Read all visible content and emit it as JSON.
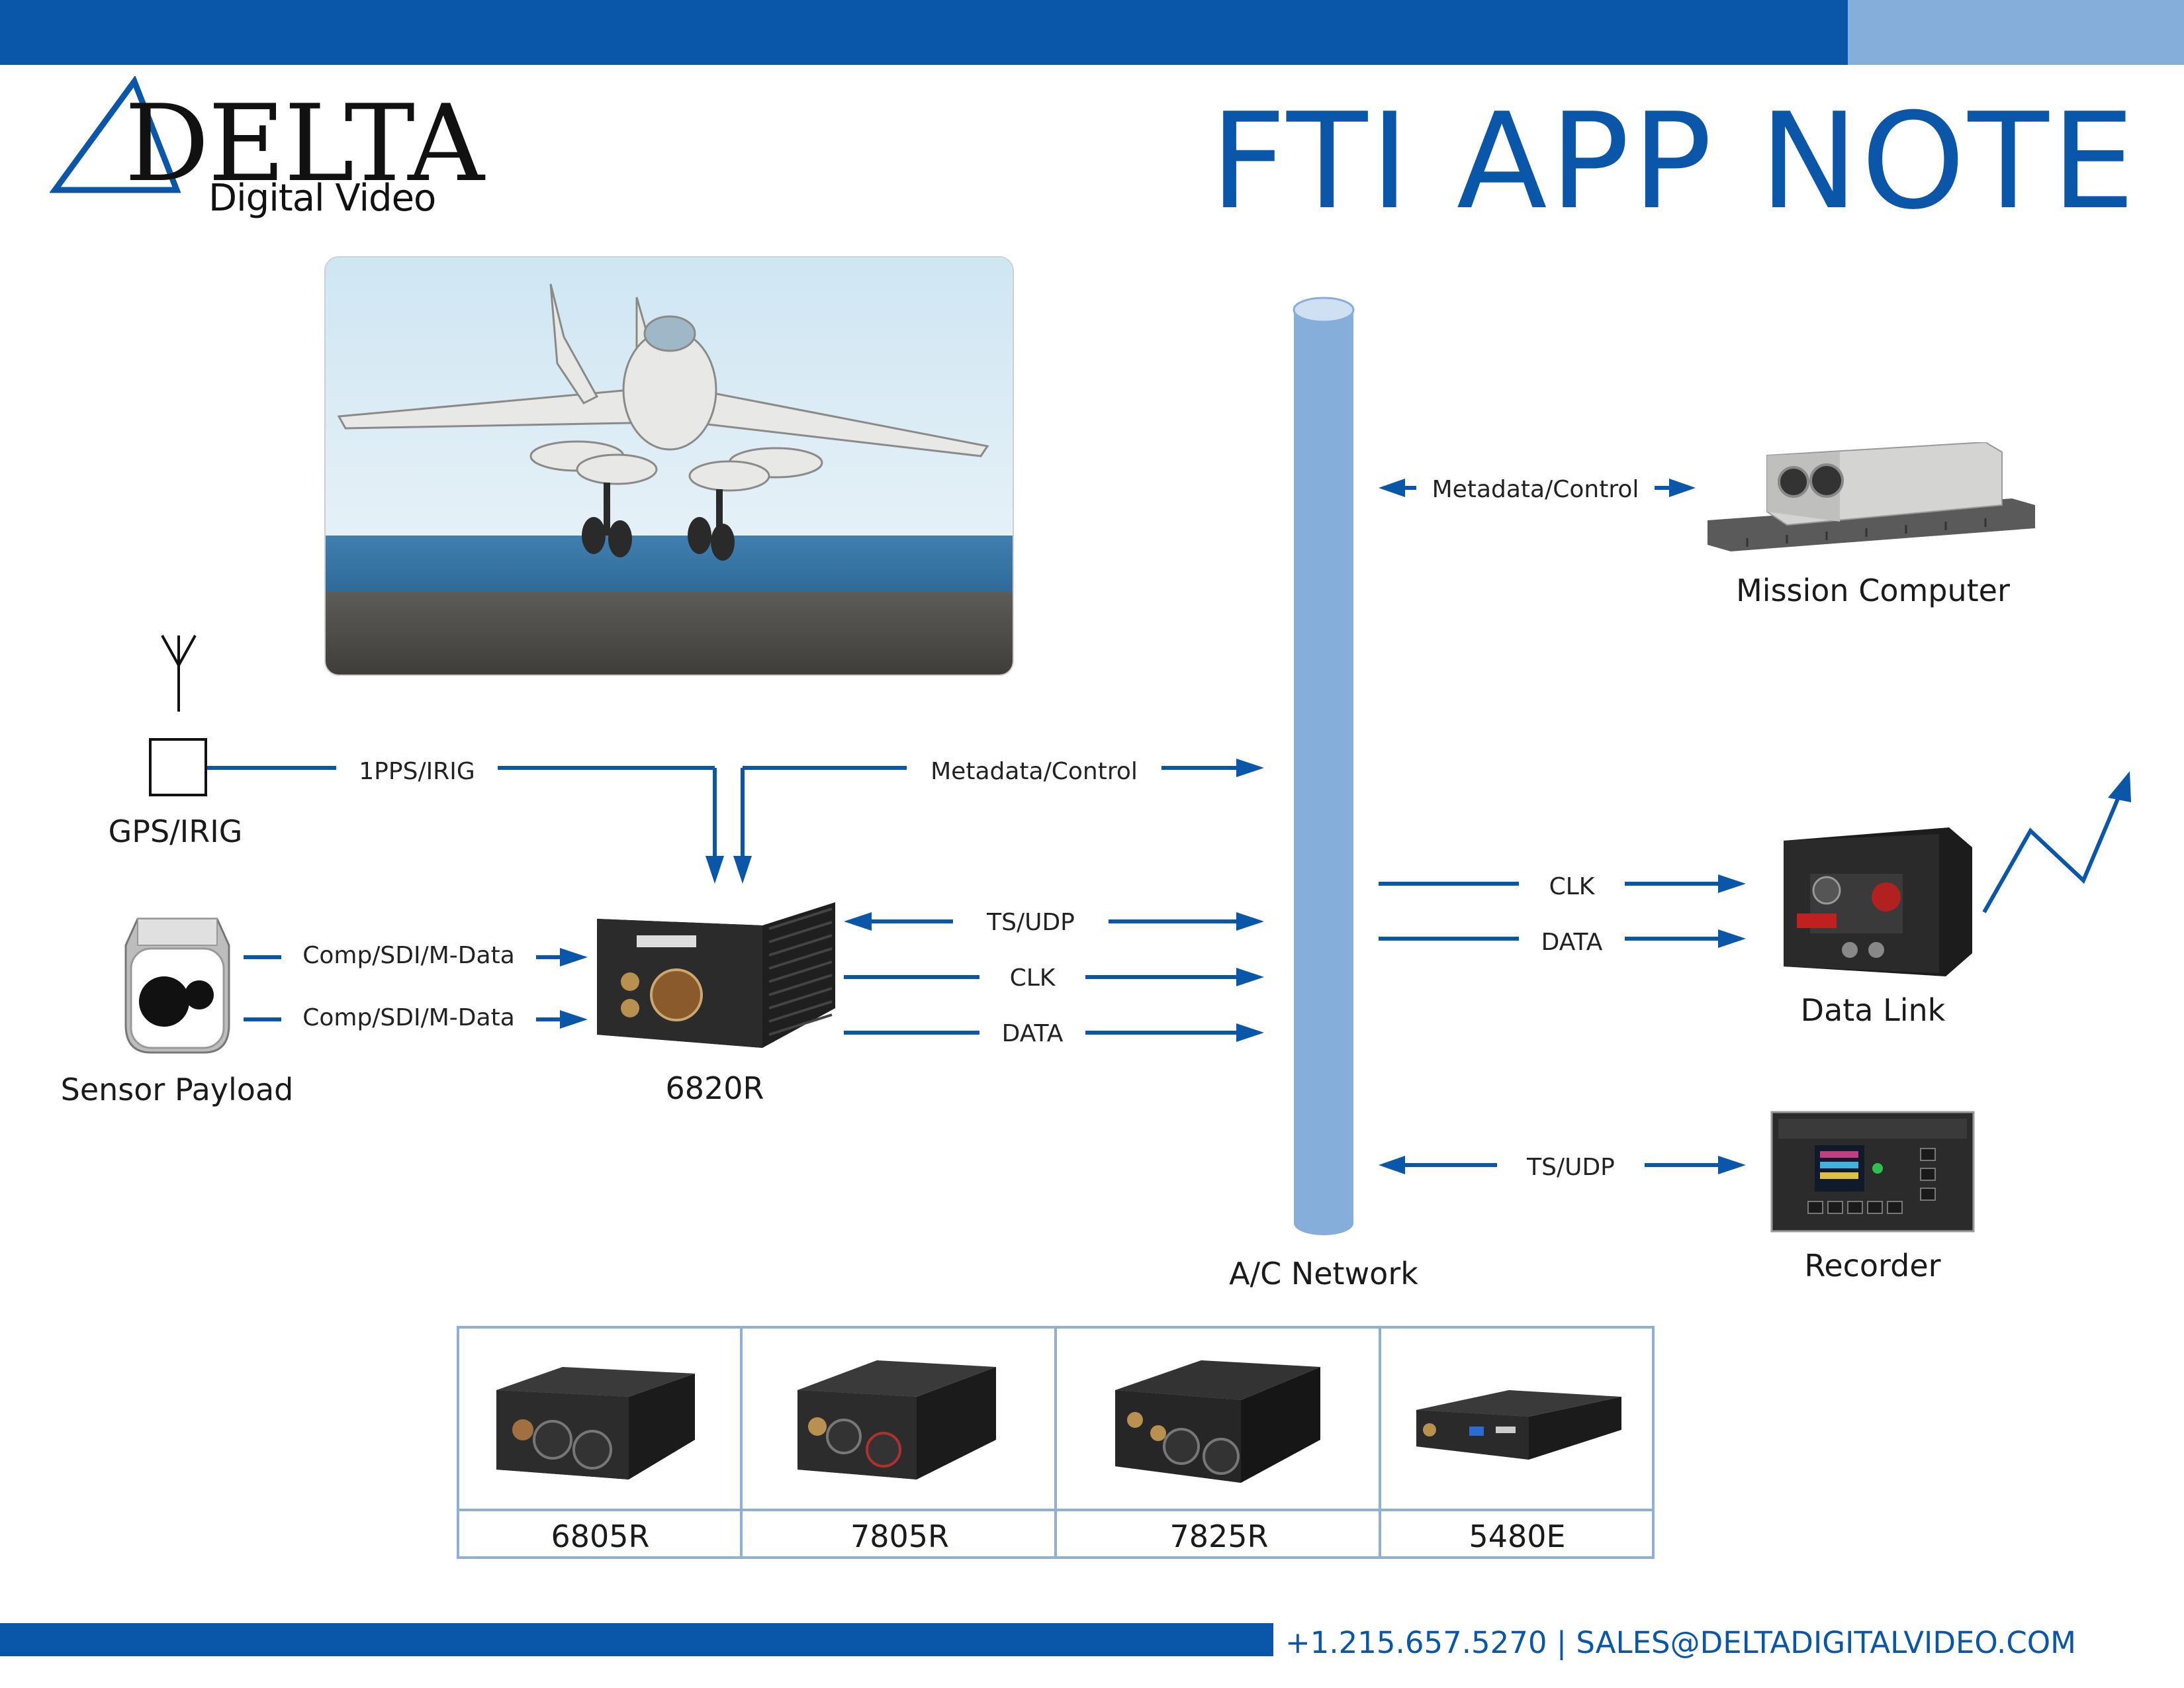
{
  "header": {
    "logo_word": "DELTA",
    "logo_sub": "Digital Video",
    "title": "FTI APP NOTE"
  },
  "footer": {
    "contact": "+1.215.657.5270 | SALES@DELTADIGITALVIDEO.COM"
  },
  "diagram": {
    "nodes": {
      "gps": "GPS/IRIG",
      "sensor": "Sensor Payload",
      "encoder": "6820R",
      "network": "A/C Network",
      "mission": "Mission Computer",
      "datalink": "Data Link",
      "recorder": "Recorder"
    },
    "links": {
      "pps": "1PPS/IRIG",
      "meta_left": "Metadata/Control",
      "meta_right": "Metadata/Control",
      "comp1": "Comp/SDI/M-Data",
      "comp2": "Comp/SDI/M-Data",
      "ts_left": "TS/UDP",
      "clk_left": "CLK",
      "data_left": "DATA",
      "clk_right": "CLK",
      "data_right": "DATA",
      "ts_right": "TS/UDP"
    }
  },
  "products": [
    "6805R",
    "7805R",
    "7825R",
    "5480E"
  ],
  "colors": {
    "brand_blue": "#0a56a8",
    "light_blue": "#86aedb",
    "network_pipe": "#86aedb",
    "arrow": "#0a56a8"
  }
}
